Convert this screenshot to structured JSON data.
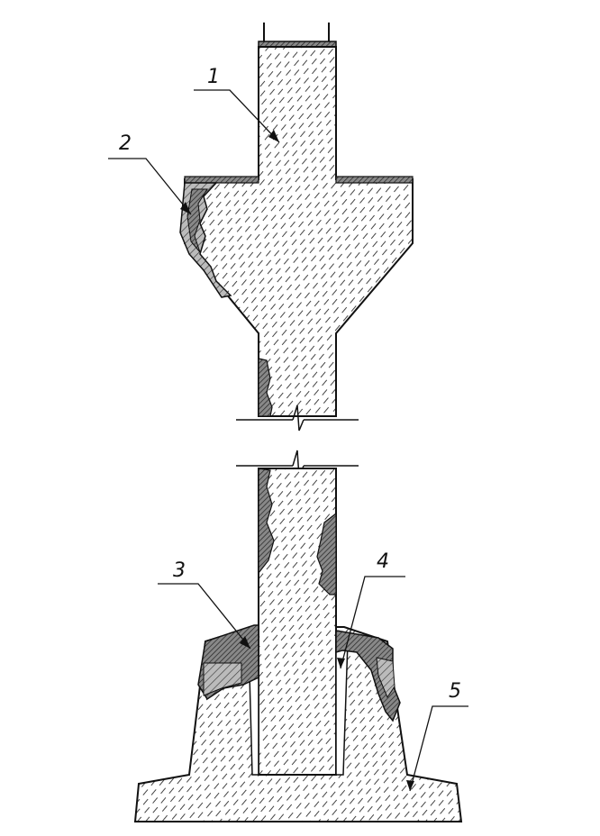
{
  "figure": {
    "callouts": [
      {
        "id": "1",
        "label": "1"
      },
      {
        "id": "2",
        "label": "2"
      },
      {
        "id": "3",
        "label": "3"
      },
      {
        "id": "4",
        "label": "4"
      },
      {
        "id": "5",
        "label": "5"
      }
    ]
  },
  "colors": {
    "line": "#111111",
    "hatch": "#333333",
    "fill_dark": "#555555",
    "background": "#ffffff"
  }
}
